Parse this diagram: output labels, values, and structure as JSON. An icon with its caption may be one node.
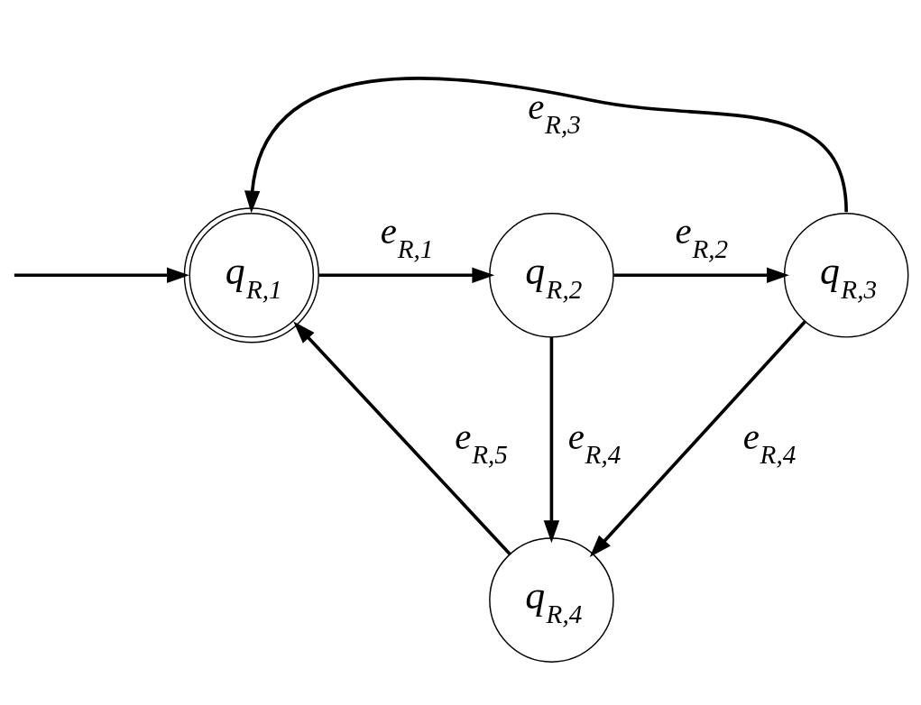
{
  "diagram": {
    "nodes": [
      {
        "text": [
          "q$_{R,1}$"
        ]
      },
      {
        "text": [
          "q$_{R,2}$"
        ]
      },
      {
        "text": [
          "q$_{R,3}$"
        ]
      },
      {
        "text": [
          "q$_{R,4}$"
        ]
      }
    ],
    "edges": [
      {
        "from": null,
        "to": 0,
        "arrow": "to"
      },
      {
        "from": 0,
        "to": 1,
        "arrow": "to",
        "label": "e$_{R,1}$"
      },
      {
        "from": 1,
        "to": 2,
        "arrow": "to",
        "label": "e$_{R,2}$"
      },
      {
        "from": 2,
        "to": 0,
        "arrow": "to",
        "label": "e$_{R,3}$"
      },
      {
        "from": 1,
        "to": 3,
        "arrow": "to",
        "label": "e$_{R,4}$"
      },
      {
        "from": 2,
        "to": 3,
        "arrow": "to",
        "label": "e$_{R,4}$"
      },
      {
        "from": 3,
        "to": 0,
        "arrow": "to",
        "label": "e$_{R,5}$"
      }
    ]
  }
}
